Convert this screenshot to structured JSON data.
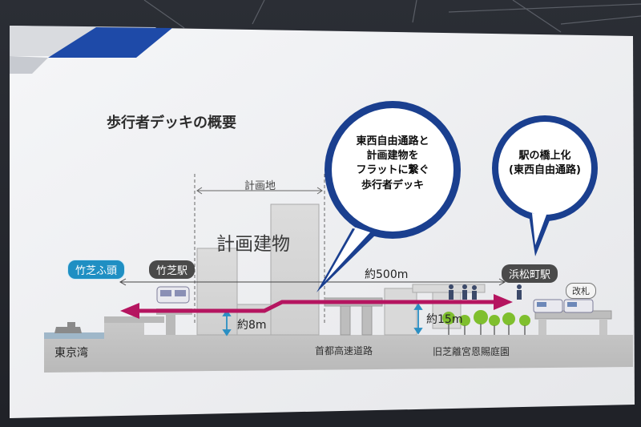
{
  "slide": {
    "title": "歩行者デッキの概要",
    "site_label": "計画地",
    "building_label": "計画建物",
    "distance_label": "約500m",
    "height_left": "約8m",
    "height_right": "約15m",
    "tags": {
      "takeshiba_pier": "竹芝ふ頭",
      "takeshiba_station": "竹芝駅",
      "hamamatsucho_station": "浜松町駅"
    },
    "ground_labels": {
      "tokyo_bay": "東京湾",
      "expressway": "首都高速道路",
      "garden": "旧芝離宮恩賜庭園",
      "ticket_gate": "改札"
    },
    "bubble_main": [
      "東西自由通路と",
      "計画建物を",
      "フラットに繋ぐ",
      "歩行者デッキ"
    ],
    "bubble_station": [
      "駅の橋上化",
      "(東西自由通路)"
    ],
    "colors": {
      "deck_arrow": "#b51560",
      "bubble_border": "#1a3f8f",
      "pier_tag": "#1f8fc3"
    }
  }
}
